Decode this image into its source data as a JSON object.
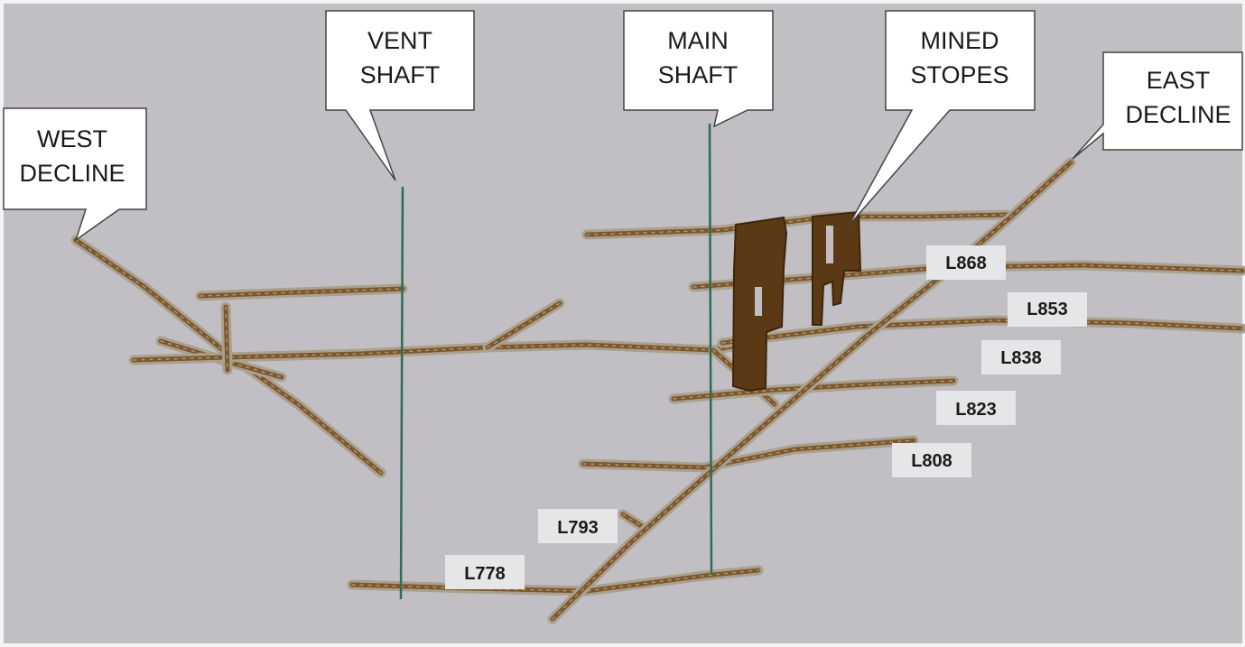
{
  "colors": {
    "background": "#c1bfc3",
    "frame": "#f4f4f4",
    "drift_core": "#7b5730",
    "drift_halo": "#a9a08e",
    "drift_highlight": "#c8a271",
    "shaft_line": "#2f6b55",
    "stope_fill": "#5a3914",
    "stope_edge": "#3e2509",
    "label_box": "#e6e5e8",
    "callout_fill": "#ffffff",
    "callout_stroke": "#444444"
  },
  "callouts": [
    {
      "id": "west-decline",
      "lines": [
        "WEST",
        "DECLINE"
      ]
    },
    {
      "id": "vent-shaft",
      "lines": [
        "VENT",
        "SHAFT"
      ]
    },
    {
      "id": "main-shaft",
      "lines": [
        "MAIN",
        "SHAFT"
      ]
    },
    {
      "id": "mined-stopes",
      "lines": [
        "MINED",
        "STOPES"
      ]
    },
    {
      "id": "east-decline",
      "lines": [
        "EAST",
        "DECLINE"
      ]
    }
  ],
  "levels": [
    "L868",
    "L853",
    "L838",
    "L823",
    "L808",
    "L793",
    "L778"
  ]
}
